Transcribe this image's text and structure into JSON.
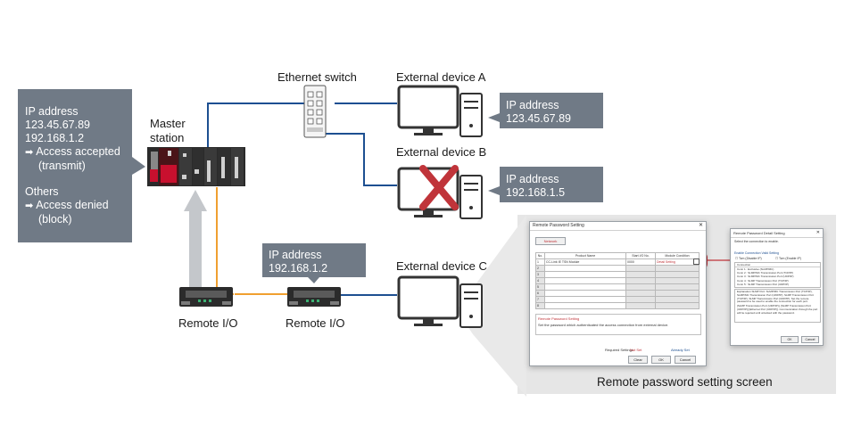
{
  "callouts": {
    "master_ip": {
      "title": "IP address",
      "ip1": "123.45.67.89",
      "ip2": "192.168.1.2",
      "accepted": "Access accepted",
      "accepted_note": "(transmit)",
      "others": "Others",
      "denied": "Access denied",
      "denied_note": "(block)"
    },
    "device_a": {
      "title": "IP address",
      "ip": "123.45.67.89"
    },
    "device_b": {
      "title": "IP address",
      "ip": "192.168.1.5"
    },
    "remote_io": {
      "title": "IP address",
      "ip": "192.168.1.2"
    }
  },
  "labels": {
    "ethernet_switch": "Ethernet switch",
    "external_a": "External device A",
    "external_b": "External device B",
    "external_c": "External device C",
    "master_1": "Master",
    "master_2": "station",
    "remote_io_1": "Remote I/O",
    "remote_io_2": "Remote I/O",
    "caption": "Remote password setting screen"
  },
  "dialog_main": {
    "title": "Remote Password Setting",
    "network_button": "Network",
    "columns": [
      "No.",
      "Product Name",
      "Start I/O No.",
      "Module Condition"
    ],
    "rows": [
      {
        "no": "1",
        "product": "CC-Link IE TSN Module",
        "io": "0000",
        "cond": "Detail Setting"
      },
      {
        "no": "2",
        "product": "",
        "io": "",
        "cond": ""
      },
      {
        "no": "3",
        "product": "",
        "io": "",
        "cond": ""
      },
      {
        "no": "4",
        "product": "",
        "io": "",
        "cond": ""
      },
      {
        "no": "5",
        "product": "",
        "io": "",
        "cond": ""
      },
      {
        "no": "6",
        "product": "",
        "io": "",
        "cond": ""
      },
      {
        "no": "7",
        "product": "",
        "io": "",
        "cond": ""
      },
      {
        "no": "8",
        "product": "",
        "io": "",
        "cond": ""
      }
    ],
    "section_title": "Remote Password Setting",
    "section_text": "Set the password which authenticated the access connection from external device.",
    "required_label": "Required Settings",
    "not_set": "Not Set",
    "already_set": "Already Set",
    "clear_button": "Clear",
    "ok_button": "OK",
    "cancel_button": "Cancel"
  },
  "dialog_detail": {
    "title": "Remote Password Detail Setting",
    "subtitle": "Select the connection to enable.",
    "group_title": "Enable Connection Valid Setting",
    "check_disable": "Tcm (Disable IP)",
    "check_enable": "Tcm (Enable IP)",
    "list_header": "Connection",
    "list_items": [
      "Conn 1 : Exclusive (SLMP/MC)",
      "Conn 2 : SLMP/MC Transmission Port (TCP/IP)",
      "Conn 3 : SLMP/MC Transmission Port (UDP/IP)",
      "Conn 4 : SLMP Transmission Port (TCP/IP)",
      "Conn 5 : SLMP Transmission Port (UDP/IP)"
    ],
    "description": "Explanation SLMP Port: SLMP/MC Transmission Port (TCP/IP), SLMP/MC Transmission Port (UDP/IP), SLMP Transmission Port (TCP/IP), SLMP Transmission Port (UDP/IP). Set the remote password to be used to enable the connection for each port.",
    "description2": "[SLMP Transmission Port (UDP/IP)], [SLMP Transmission Port (UDP/IP)] [Ethernet Port (UDP/IP)]. Communication through the port will be rejected until unlocked with the password.",
    "ok_button": "OK",
    "cancel_button": "Cancel"
  },
  "colors": {
    "callout_bg": "#707a86",
    "ethernet_line": "#1d4f91",
    "tsn_line": "#f0a030",
    "gray_line": "#c4c7cb",
    "cross": "#c0343a",
    "highlight": "#c0343a",
    "panel_bg": "#e6e6e6"
  },
  "icons": [
    "ethernet-switch-icon",
    "computer-icon",
    "plc-icon",
    "remote-io-icon",
    "cross-icon",
    "arrow-right-icon",
    "close-icon"
  ]
}
